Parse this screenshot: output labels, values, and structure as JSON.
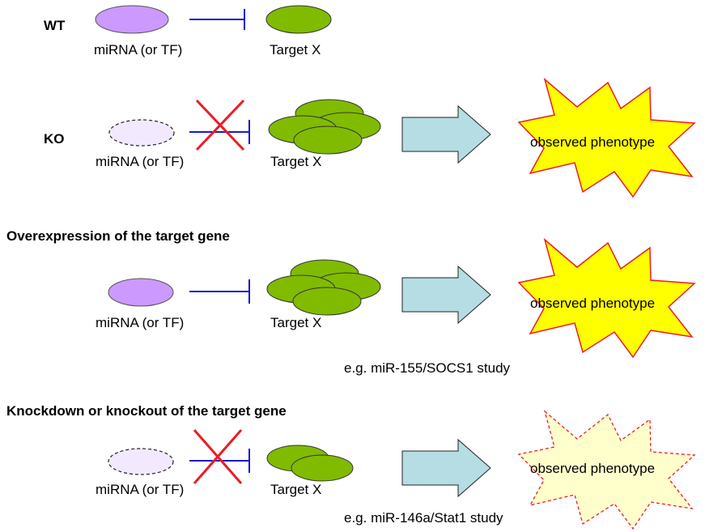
{
  "labels": {
    "wt": "WT",
    "ko": "KO",
    "mirna": "miRNA (or TF)",
    "target": "Target X",
    "phenotype": "observed phenotype"
  },
  "sections": {
    "overexpression_title": "Overexpression of the target gene",
    "knockdown_title": "Knockdown or knockout of the target gene"
  },
  "examples": {
    "mir155": "e.g. miR-155/SOCS1 study",
    "mir146a": "e.g. miR-146a/Stat1 study"
  },
  "colors": {
    "mirna_fill": "#cc99ff",
    "mirna_faded_fill": "#f2e9ff",
    "target_fill": "#80bb00",
    "inhibit_line": "#1a1acc",
    "cross": "#ee1c24",
    "arrow_fill": "#b5dde3",
    "star_fill": "#ffff00",
    "star_faded_fill": "#ffffcc",
    "star_stroke": "#ee1c24"
  }
}
